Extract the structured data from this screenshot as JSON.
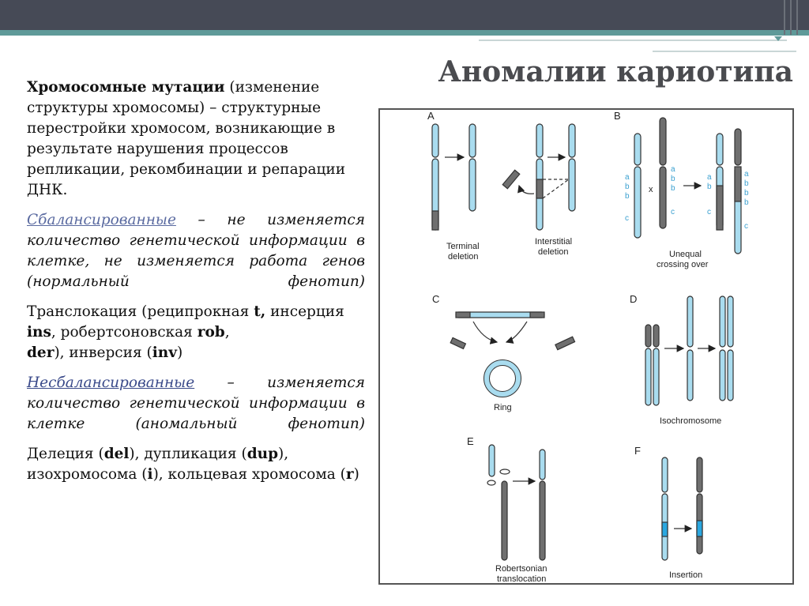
{
  "slide": {
    "title": "Аномалии кариотипа"
  },
  "text": {
    "p1_bold": "Хромосомные мутации",
    "p1_rest": " (изменение структуры хромосомы) – структурные перестройки хромосом, возникающие в результате нарушения процессов репликации, рекомбинации и репарации ДНК.",
    "balanced_term": "Сбалансированные",
    "balanced_desc": " – не изменяется количество генетической информации в клетке, не изменяется работа генов (нормальный фенотип)",
    "bal_list_1": " Транслокация (реципрокная ",
    "bal_t": "t,",
    "bal_list_2": " инсерция ",
    "bal_ins": "ins",
    "bal_list_3": ", робертсоновская ",
    "bal_rob": "rob",
    "bal_list_4": ",",
    "bal_der": "der",
    "bal_list_5": "), инверсия (",
    "bal_inv": "inv",
    "bal_list_6": ")",
    "unbalanced_term": "Несбалансированные",
    "unbalanced_desc": " – изменяется количество генетической информации в клетке (аномальный фенотип)",
    "unb_list_1": "Делеция (",
    "unb_del": "del",
    "unb_list_2": "), дупликация (",
    "unb_dup": "dup",
    "unb_list_3": "), изохромосома (",
    "unb_i": "i",
    "unb_list_4": "), кольцевая хромосома (",
    "unb_r": "r",
    "unb_list_5": ")"
  },
  "figure": {
    "panels": {
      "A": "A",
      "B": "B",
      "C": "C",
      "D": "D",
      "E": "E",
      "F": "F"
    },
    "captions": {
      "terminal_1": "Terminal",
      "terminal_2": "deletion",
      "interstitial_1": "Interstitial",
      "interstitial_2": "deletion",
      "unequal_1": "Unequal",
      "unequal_2": "crossing over",
      "ring": "Ring",
      "isochromosome": "Isochromosome",
      "robertsonian_1": "Robertsonian",
      "robertsonian_2": "translocation",
      "insertion": "Insertion"
    },
    "segment_labels": {
      "a": "a",
      "b": "b",
      "c": "c",
      "x": "x"
    },
    "colors": {
      "blue": "#a9dcef",
      "gray": "#6f6f6f",
      "deep_blue": "#2aa7e0",
      "outline": "#333333"
    }
  }
}
